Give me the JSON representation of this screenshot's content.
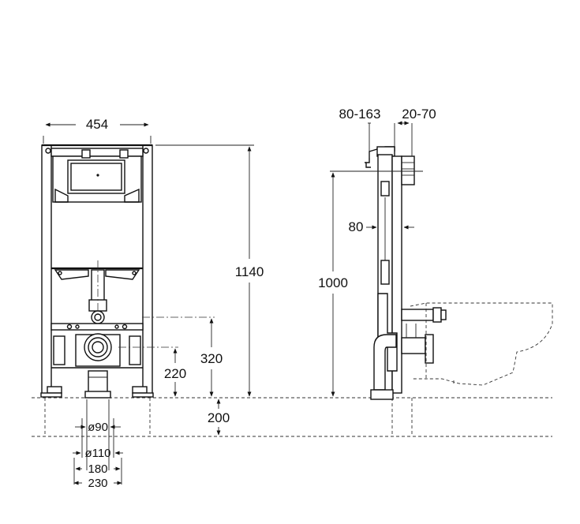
{
  "front_view": {
    "width_label": "454",
    "height_label": "1140",
    "pipe_center_label": "320",
    "outlet_label": "220",
    "floor_offset_label": "200",
    "pipe_90_label": "ø90",
    "pipe_110_label": "ø110",
    "spacing_180_label": "180",
    "spacing_230_label": "230"
  },
  "side_view": {
    "depth_adjust_label": "80-163",
    "wall_gap_label": "20-70",
    "frame_depth_label": "80",
    "tank_height_label": "1000"
  }
}
